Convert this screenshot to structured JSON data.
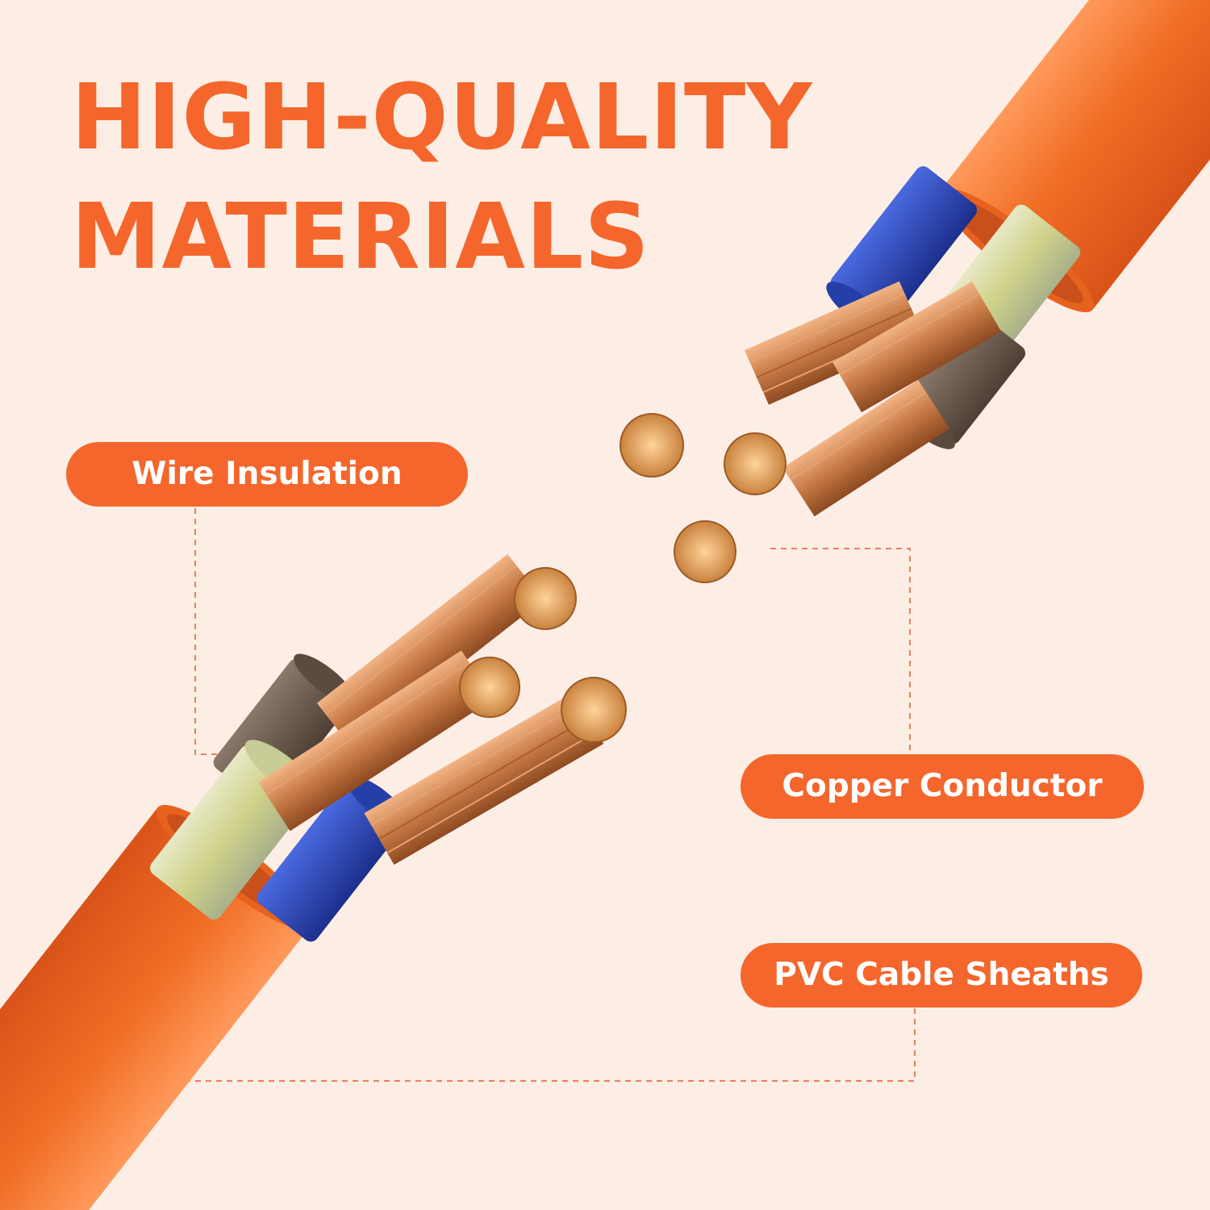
{
  "headline": {
    "line1": "HIGH-QUALITY",
    "line2": "MATERIALS"
  },
  "labels": {
    "wire_insulation": "Wire Insulation",
    "copper_conductor": "Copper Conductor",
    "pvc_cable_sheaths": "PVC Cable Sheaths"
  },
  "colors": {
    "background": "#fdeee5",
    "accent": "#f4662c",
    "sheath_orange": "#f06d24",
    "insulation_blue": "#2a46b8",
    "insulation_brown": "#6b5a4c",
    "insulation_green_yellow": "#d9dca6",
    "copper": "#c77a45"
  }
}
